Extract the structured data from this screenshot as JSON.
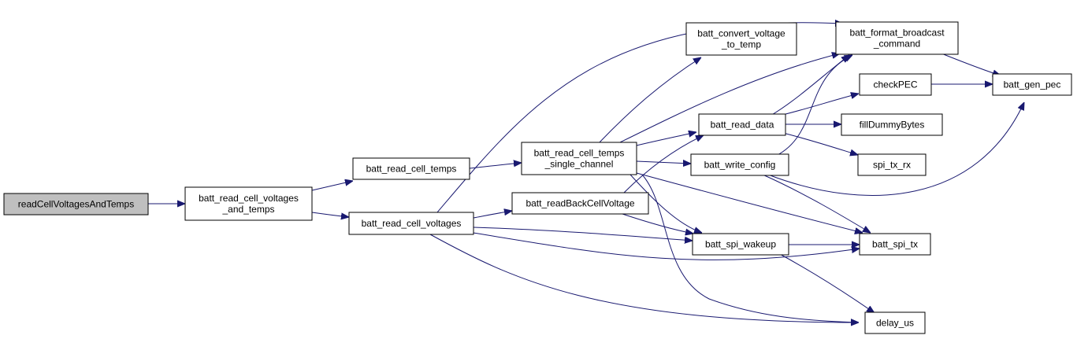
{
  "diagram": {
    "nodes": [
      {
        "id": "root",
        "lines": [
          "readCellVoltagesAndTemps"
        ],
        "root": true
      },
      {
        "id": "rcvt",
        "lines": [
          "batt_read_cell_voltages",
          "_and_temps"
        ]
      },
      {
        "id": "rct",
        "lines": [
          "batt_read_cell_temps"
        ]
      },
      {
        "id": "rcv",
        "lines": [
          "batt_read_cell_voltages"
        ]
      },
      {
        "id": "rctsc",
        "lines": [
          "batt_read_cell_temps",
          "_single_channel"
        ]
      },
      {
        "id": "rbcv",
        "lines": [
          "batt_readBackCellVoltage"
        ]
      },
      {
        "id": "cvt",
        "lines": [
          "batt_convert_voltage",
          "_to_temp"
        ]
      },
      {
        "id": "rd",
        "lines": [
          "batt_read_data"
        ]
      },
      {
        "id": "wc",
        "lines": [
          "batt_write_config"
        ]
      },
      {
        "id": "sw",
        "lines": [
          "batt_spi_wakeup"
        ]
      },
      {
        "id": "fbc",
        "lines": [
          "batt_format_broadcast",
          "_command"
        ]
      },
      {
        "id": "cpec",
        "lines": [
          "checkPEC"
        ]
      },
      {
        "id": "fdb",
        "lines": [
          "fillDummyBytes"
        ]
      },
      {
        "id": "stx",
        "lines": [
          "spi_tx_rx"
        ]
      },
      {
        "id": "bst",
        "lines": [
          "batt_spi_tx"
        ]
      },
      {
        "id": "du",
        "lines": [
          "delay_us"
        ]
      },
      {
        "id": "gp",
        "lines": [
          "batt_gen_pec"
        ]
      }
    ],
    "edges": [
      [
        "root",
        "rcvt"
      ],
      [
        "rcvt",
        "rct"
      ],
      [
        "rcvt",
        "rcv"
      ],
      [
        "rct",
        "rctsc"
      ],
      [
        "rcv",
        "fbc"
      ],
      [
        "rcv",
        "rbcv"
      ],
      [
        "rcv",
        "sw"
      ],
      [
        "rcv",
        "bst"
      ],
      [
        "rcv",
        "du"
      ],
      [
        "rctsc",
        "cvt"
      ],
      [
        "rctsc",
        "fbc"
      ],
      [
        "rctsc",
        "rd"
      ],
      [
        "rctsc",
        "wc"
      ],
      [
        "rctsc",
        "sw"
      ],
      [
        "rctsc",
        "bst"
      ],
      [
        "rctsc",
        "du"
      ],
      [
        "rbcv",
        "rd"
      ],
      [
        "rbcv",
        "sw"
      ],
      [
        "rd",
        "fbc"
      ],
      [
        "rd",
        "cpec"
      ],
      [
        "rd",
        "fdb"
      ],
      [
        "rd",
        "stx"
      ],
      [
        "wc",
        "fbc"
      ],
      [
        "wc",
        "gp"
      ],
      [
        "wc",
        "bst"
      ],
      [
        "sw",
        "bst"
      ],
      [
        "sw",
        "du"
      ],
      [
        "fbc",
        "gp"
      ],
      [
        "cpec",
        "gp"
      ]
    ]
  }
}
